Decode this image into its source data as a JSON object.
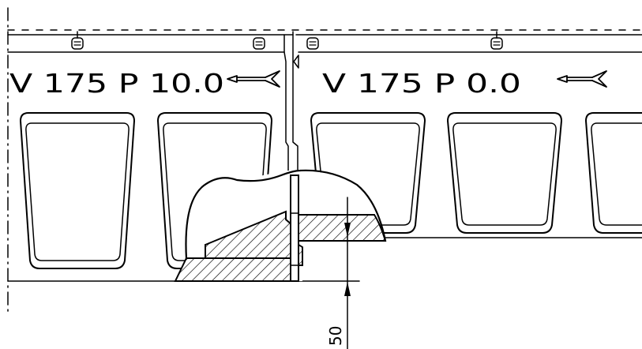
{
  "labels": {
    "left_marking": "V 175 P 10.0",
    "right_marking": "V 175 P 0.0",
    "dimension": "50"
  },
  "colors": {
    "line": "#000000",
    "background": "#ffffff"
  }
}
